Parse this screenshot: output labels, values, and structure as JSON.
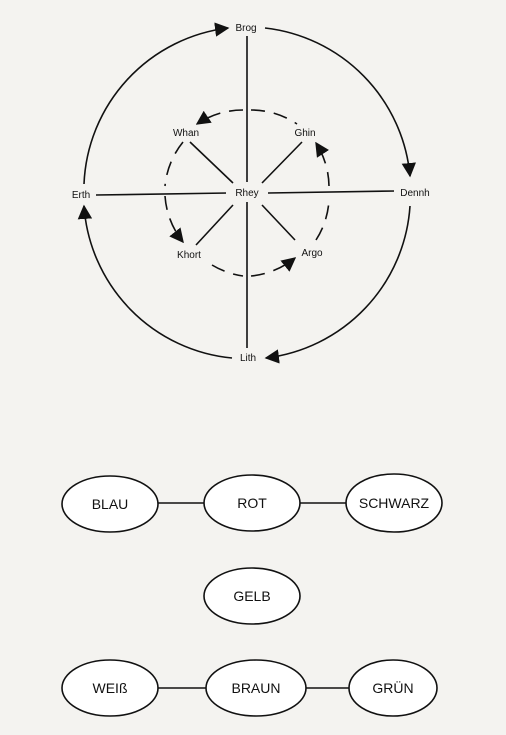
{
  "wheel": {
    "center": "Rhey",
    "outer": {
      "top": "Brog",
      "right": "Dennh",
      "bottom": "Lith",
      "left": "Erth"
    },
    "inner": {
      "top_left": "Whan",
      "top_right": "Ghin",
      "bottom_left": "Khort",
      "bottom_right": "Argo"
    }
  },
  "ovals": {
    "row1": [
      "BLAU",
      "ROT",
      "SCHWARZ"
    ],
    "row2": [
      "GELB"
    ],
    "row3": [
      "WEIß",
      "BRAUN",
      "GRÜN"
    ]
  },
  "colors": {
    "ink": "#111111",
    "paper": "#f4f3f0"
  }
}
